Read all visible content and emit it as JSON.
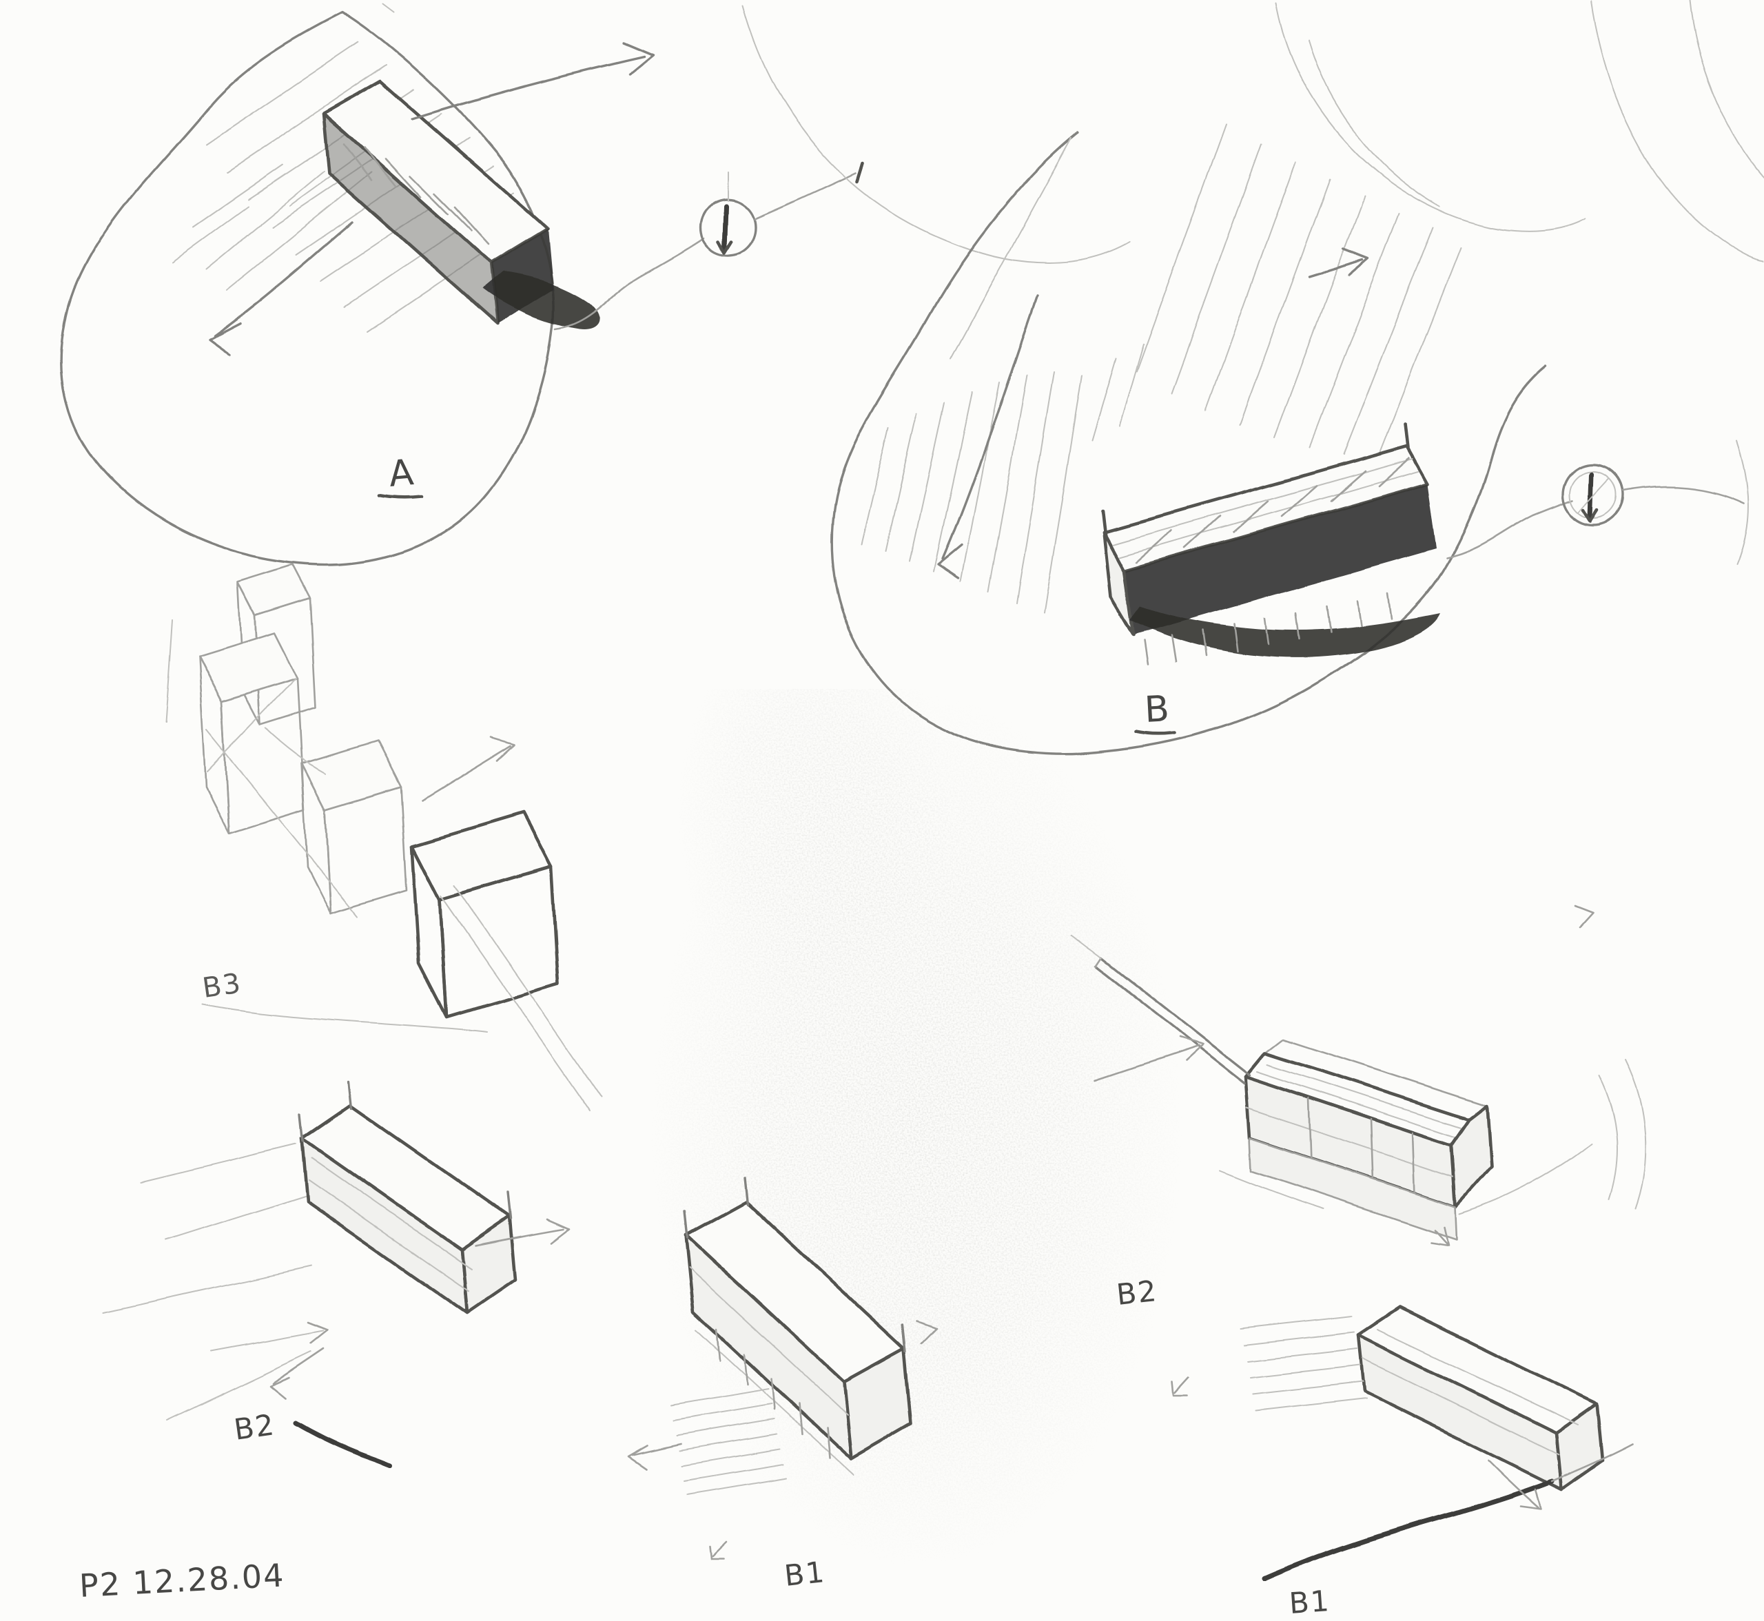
{
  "page": {
    "paper_color": "#fcfcfa",
    "pencil_light": "#c0c0bd",
    "pencil_mid": "#8d8d8a",
    "pencil_dark": "#4f4f4d",
    "shade_dark": "#3a3a38"
  },
  "labels": {
    "scheme_a": "A",
    "scheme_b": "B",
    "scheme_b3": "B3",
    "scheme_b2_left": "B2",
    "scheme_b1_center": "B1",
    "scheme_b2_right": "B2",
    "scheme_b1_right": "B1"
  },
  "note": {
    "text": "P2 12.28.04"
  },
  "icons": {
    "north_marker": "circle-with-north-arrow"
  }
}
